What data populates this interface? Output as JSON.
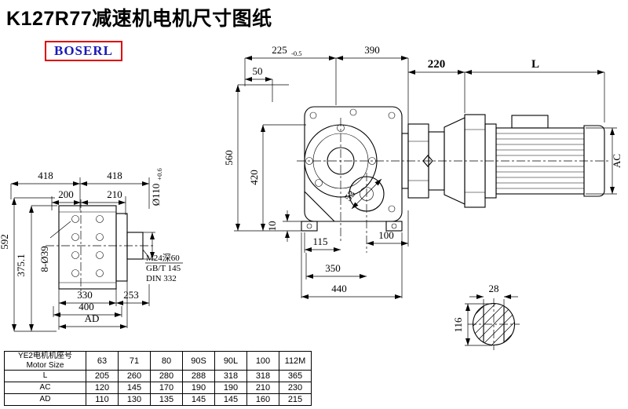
{
  "title": "K127R77减速机电机尺寸图纸",
  "logo": "BOSERL",
  "dims": {
    "w225": "225",
    "w225_tol": "-0.5",
    "w390": "390",
    "w50": "50",
    "h560": "560",
    "h420": "420",
    "t10": "10",
    "d53": "53",
    "b115": "115",
    "b100": "100",
    "b350": "350",
    "b440": "440",
    "m220": "220",
    "mL": "L",
    "mAC": "AC",
    "s418a": "418",
    "s418b": "418",
    "s200": "200",
    "s210": "210",
    "d110": "Ø110",
    "d110_tol": "+0.6",
    "h592": "592",
    "h375": "375.1",
    "holes": "8-Ø39",
    "b330": "330",
    "b253": "253",
    "b400": "400",
    "bAD": "AD",
    "note_m24": "M24深60",
    "note_gbt": "GB/T 145",
    "note_din": "DIN 332",
    "k28": "28",
    "k116": "116"
  },
  "table": {
    "motor_label_cn": "YE2电机机座号",
    "motor_label_en": "Motor Size",
    "sizes": [
      "63",
      "71",
      "80",
      "90S",
      "90L",
      "100",
      "112M"
    ],
    "rows": [
      {
        "label": "L",
        "values": [
          "205",
          "260",
          "280",
          "288",
          "318",
          "318",
          "365"
        ]
      },
      {
        "label": "AC",
        "values": [
          "120",
          "145",
          "170",
          "190",
          "190",
          "210",
          "230"
        ]
      },
      {
        "label": "AD",
        "values": [
          "110",
          "130",
          "135",
          "145",
          "145",
          "160",
          "215"
        ]
      }
    ]
  },
  "colors": {
    "logo_border": "#dd0000",
    "logo_text": "#1a1ab8",
    "line": "#000000"
  }
}
